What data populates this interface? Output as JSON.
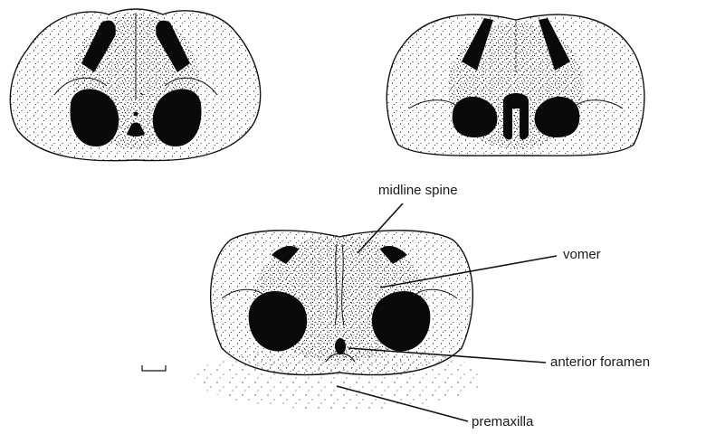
{
  "labels": {
    "midline_spine": "midline spine",
    "vomer": "vomer",
    "anterior_foramen": "anterior foramen",
    "premaxilla": "premaxilla"
  },
  "colors": {
    "ink": "#1a1a1a",
    "stipple": "#000000",
    "background": "#ffffff"
  }
}
